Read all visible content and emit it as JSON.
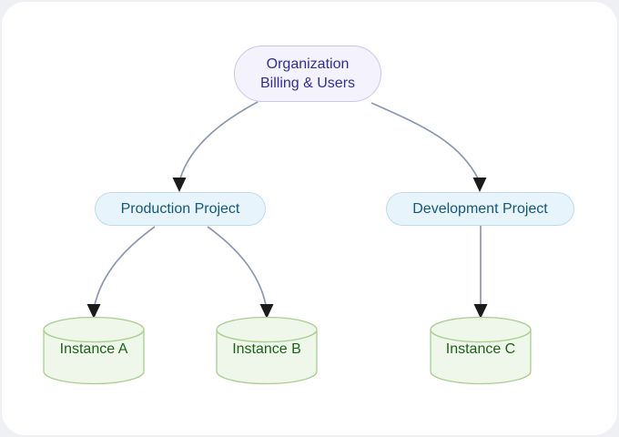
{
  "diagram": {
    "type": "flowchart",
    "direction": "top-down",
    "nodes": [
      {
        "id": "org",
        "label": "Organization\nBilling & Users",
        "shape": "stadium"
      },
      {
        "id": "production",
        "label": "Production Project",
        "shape": "rounded"
      },
      {
        "id": "development",
        "label": "Development Project",
        "shape": "rounded"
      },
      {
        "id": "instance_a",
        "label": "Instance A",
        "shape": "cylinder"
      },
      {
        "id": "instance_b",
        "label": "Instance B",
        "shape": "cylinder"
      },
      {
        "id": "instance_c",
        "label": "Instance C",
        "shape": "cylinder"
      }
    ],
    "edges": [
      {
        "from": "org",
        "to": "production"
      },
      {
        "from": "org",
        "to": "development"
      },
      {
        "from": "production",
        "to": "instance_a"
      },
      {
        "from": "production",
        "to": "instance_b"
      },
      {
        "from": "development",
        "to": "instance_c"
      }
    ],
    "colors": {
      "page_bg": "#eef0f3",
      "card_bg": "#ffffff",
      "org_fill": "#f4f2fd",
      "org_border": "#c9c5f1",
      "org_text": "#312e9a",
      "project_fill": "#e8f4fb",
      "project_border": "#bcdcec",
      "project_text": "#14587a",
      "instance_fill": "#eef7e9",
      "instance_border": "#a8cf92",
      "instance_text": "#1e611b",
      "edge": "#8c96b2",
      "arrowhead": "#1b1b1b"
    }
  }
}
